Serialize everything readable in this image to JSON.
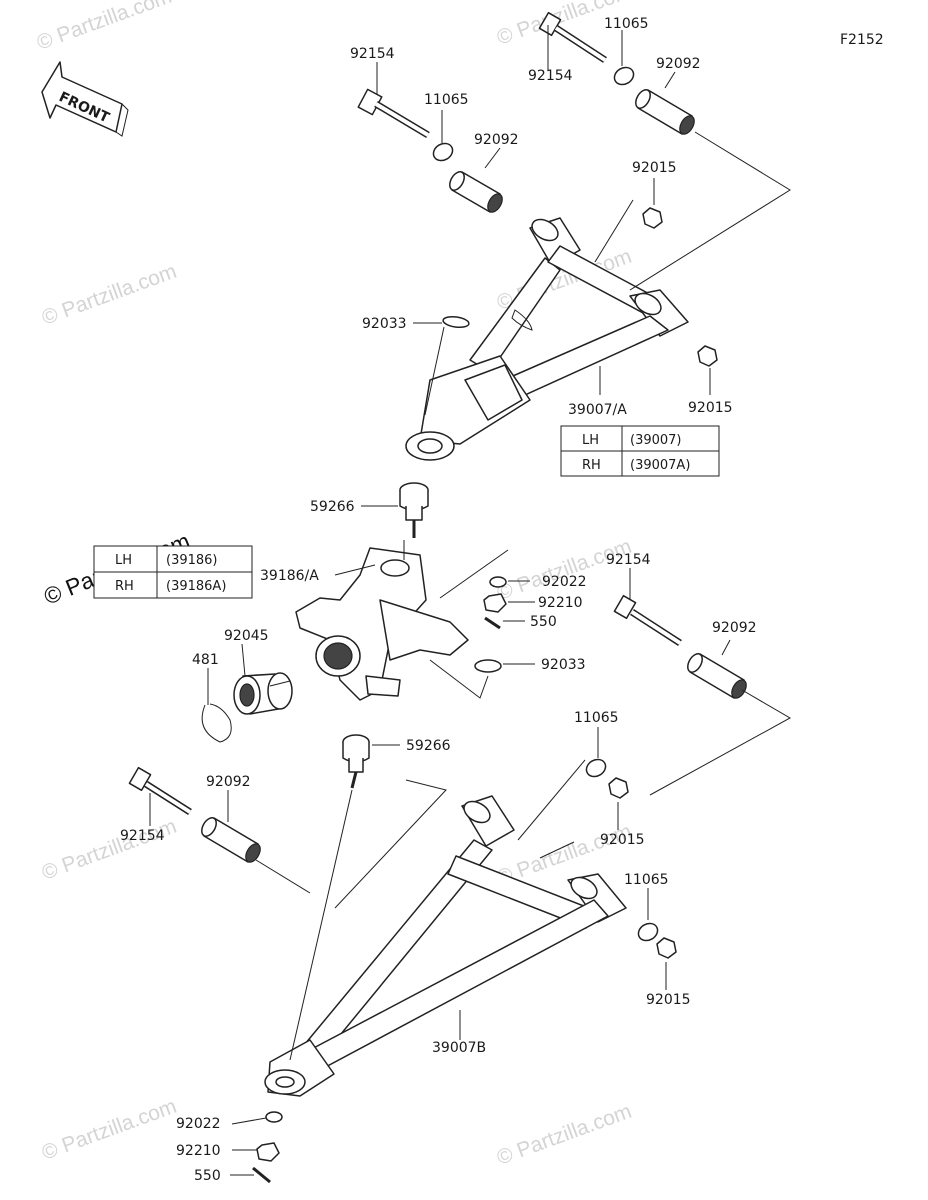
{
  "diagram_code": "F2152",
  "front_arrow_label": "FRONT",
  "watermark": {
    "text": "© Partzilla.com"
  },
  "labels": {
    "bolt_upper_left": "92154",
    "bolt_upper_right": "92154",
    "washer_upper_left": "11065",
    "washer_upper_right": "11065",
    "bushing_upper_left": "92092",
    "bushing_upper_right": "92092",
    "nut_upper_top": "92015",
    "nut_upper_bottom": "92015",
    "ring_upper": "92033",
    "upper_arm": "39007/A",
    "ball_joint_upper": "59266",
    "knuckle": "39186/A",
    "washer_knuckle": "92022",
    "castle_nut_knuckle": "92210",
    "cotter_pin_knuckle": "550",
    "ring_knuckle": "92033",
    "bearing": "92045",
    "snap_ring": "481",
    "ball_joint_lower": "59266",
    "bolt_lower_right": "92154",
    "bushing_lower_right": "92092",
    "washer_lower_mid": "11065",
    "nut_lower_mid": "92015",
    "washer_lower_right": "11065",
    "nut_lower_right": "92015",
    "bolt_lower_left": "92154",
    "bushing_lower_left": "92092",
    "lower_arm": "39007B",
    "washer_bottom": "92022",
    "castle_nut_bottom": "92210",
    "cotter_pin_bottom": "550"
  },
  "table_upper_arm": [
    {
      "side": "LH",
      "part": "(39007)"
    },
    {
      "side": "RH",
      "part": "(39007A)"
    }
  ],
  "table_knuckle": [
    {
      "side": "LH",
      "part": "(39186)"
    },
    {
      "side": "RH",
      "part": "(39186A)"
    }
  ]
}
